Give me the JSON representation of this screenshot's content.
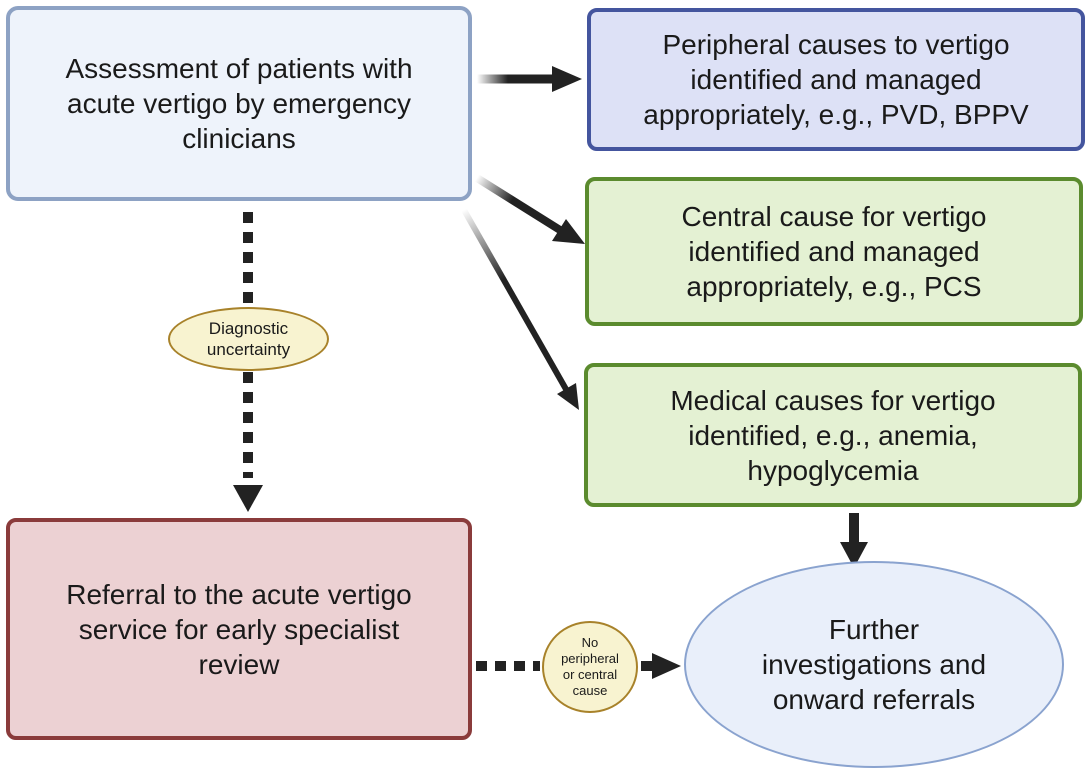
{
  "nodes": {
    "assessment": "Assessment of patients with\nacute vertigo by emergency\nclinicians",
    "peripheral": "Peripheral causes to vertigo\nidentified and managed\nappropriately, e.g., PVD, BPPV",
    "central": "Central cause for vertigo\nidentified and managed\nappropriately, e.g., PCS",
    "medical": "Medical causes for vertigo\nidentified, e.g., anemia,\nhypoglycemia",
    "referral": "Referral to the acute vertigo\nservice for early specialist\nreview",
    "further": "Further\ninvestigations and\nonward referrals"
  },
  "edge_labels": {
    "diagnostic_uncertainty": "Diagnostic\nuncertainty",
    "no_peripheral": "No\nperipheral\nor central\ncause"
  },
  "colors": {
    "arrow": "#222222",
    "peripheral_border": "#44559e",
    "central_border": "#5b8b2e",
    "referral_border": "#8a3b3b",
    "assessment_border": "#8da2c4"
  }
}
